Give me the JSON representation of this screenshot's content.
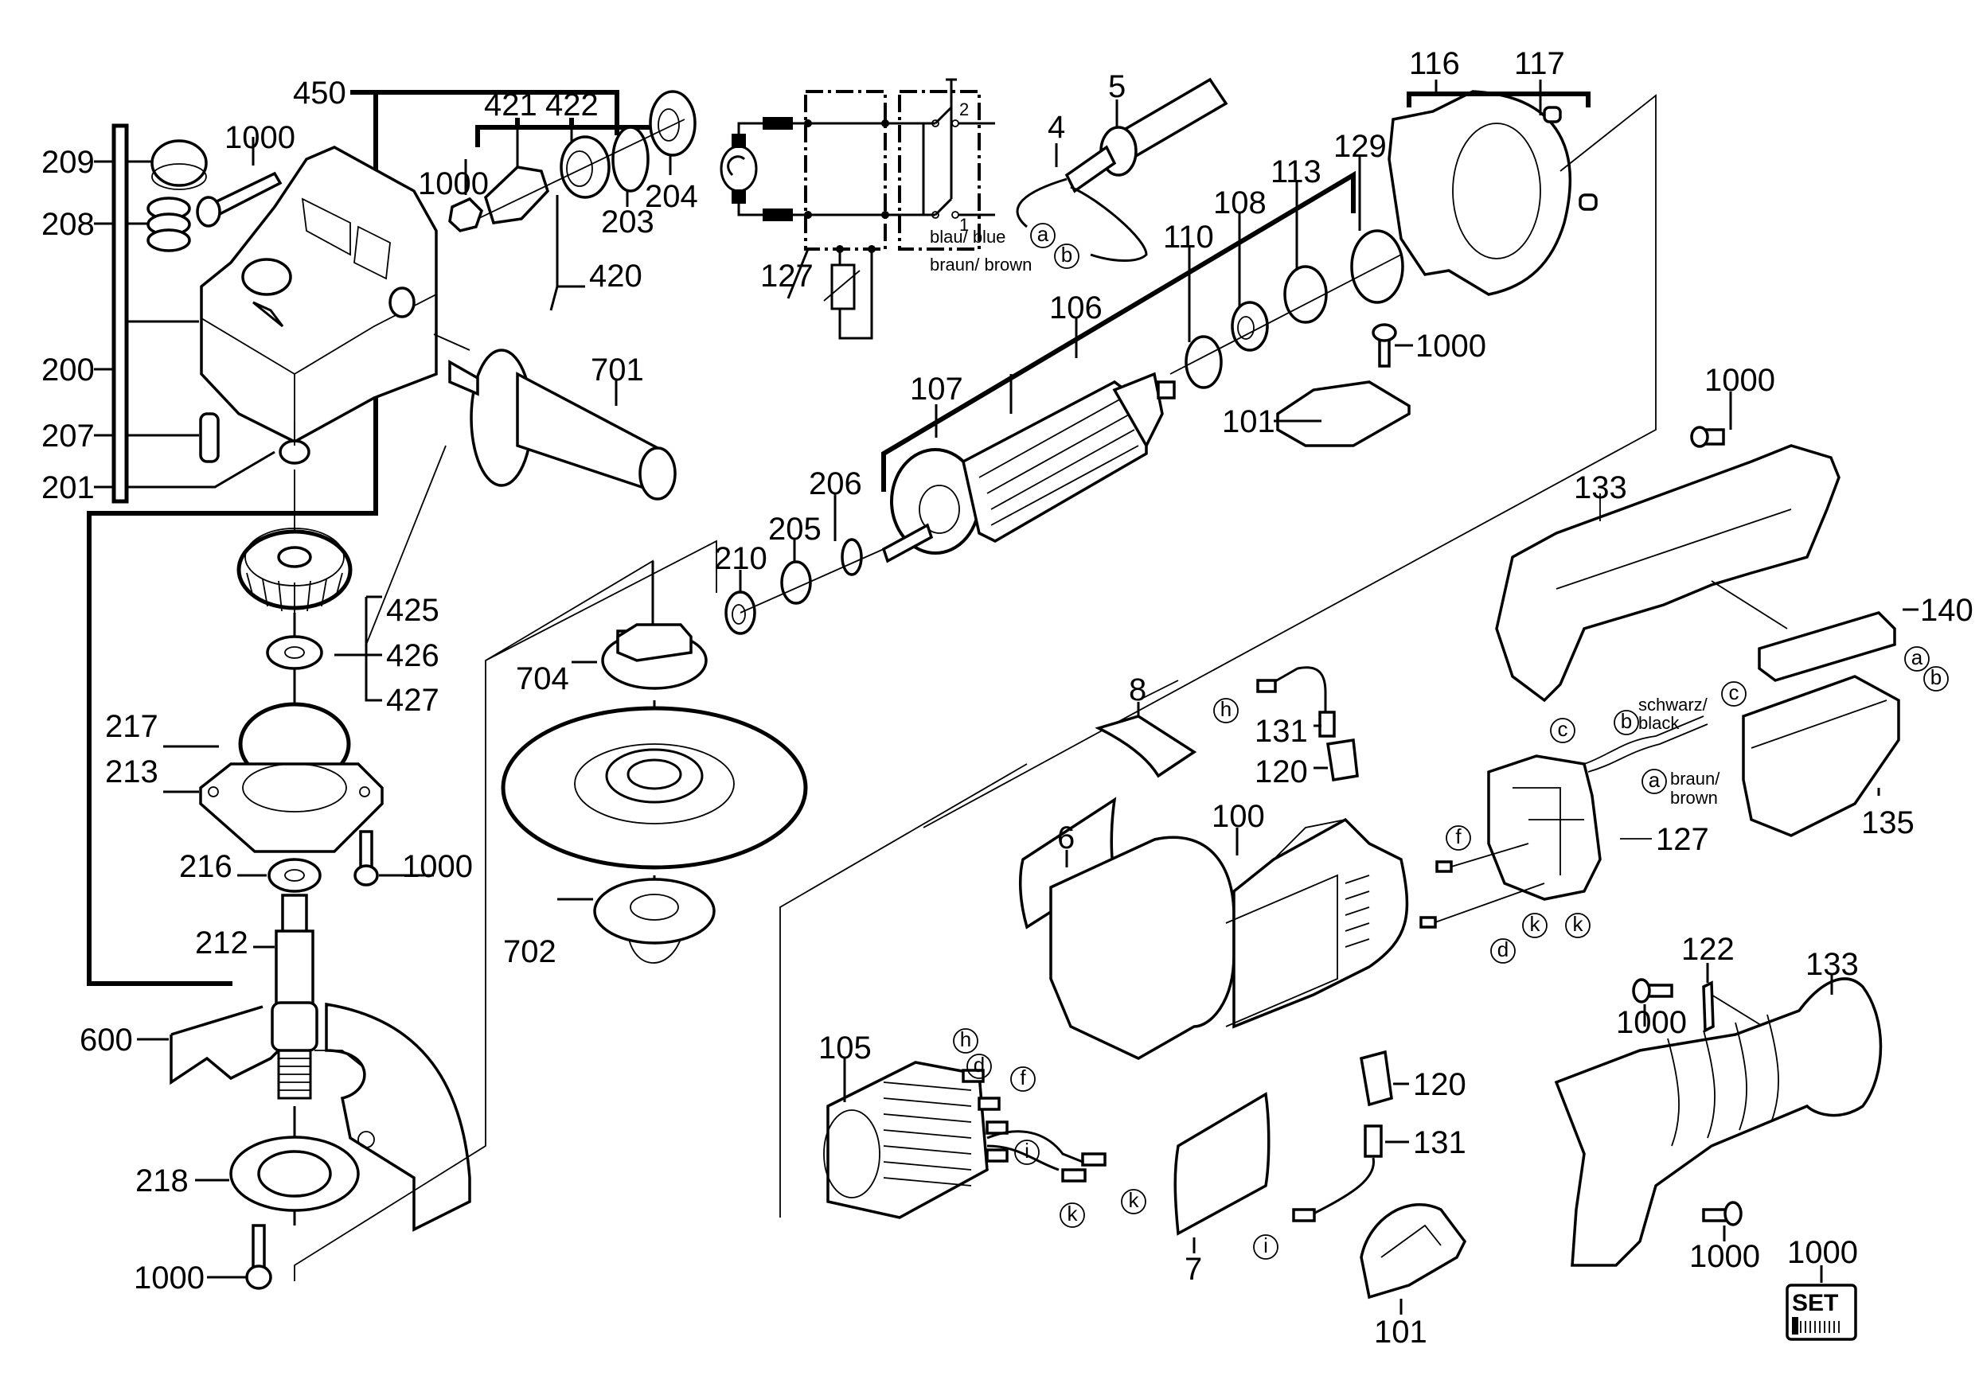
{
  "diagram": {
    "title": "Angle grinder exploded parts diagram",
    "colors": {
      "ink": "#000000",
      "background": "#ffffff"
    }
  },
  "parts": {
    "p450": "450",
    "p209": "209",
    "p208": "208",
    "p200": "200",
    "p207": "207",
    "p201": "201",
    "p1000_cover_screw": "1000",
    "p421": "421",
    "p422": "422",
    "p1000_nut": "1000",
    "p203": "203",
    "p204": "204",
    "p420": "420",
    "p701": "701",
    "p425": "425",
    "p426": "426",
    "p427": "427",
    "p217": "217",
    "p213": "213",
    "p216": "216",
    "p1000_flange_screw": "1000",
    "p212": "212",
    "p600": "600",
    "p218": "218",
    "p1000_guard_screw": "1000",
    "p127_schematic": "127",
    "p5": "5",
    "p4": "4",
    "p116": "116",
    "p117": "117",
    "p129": "129",
    "p113": "113",
    "p108": "108",
    "p110": "110",
    "p106": "106",
    "p107": "107",
    "p1000_cap_screw": "1000",
    "p101_top": "101",
    "p206": "206",
    "p205": "205",
    "p210": "210",
    "p1000_handle_screw": "1000",
    "p133_top": "133",
    "p140": "140",
    "p704": "704",
    "p702": "702",
    "p8": "8",
    "p131_top": "131",
    "p120_top": "120",
    "p6": "6",
    "p100": "100",
    "p127_switch": "127",
    "p135": "135",
    "p105": "105",
    "p120_bottom": "120",
    "p131_bottom": "131",
    "p7": "7",
    "p101_bottom": "101",
    "p1000_grip_screw": "1000",
    "p122": "122",
    "p133_bottom": "133",
    "p1000_grip_screw2": "1000",
    "p1000_set": "1000"
  },
  "wire_labels": {
    "blue": "blau/ blue",
    "brown": "braun/ brown",
    "black_de": "schwarz/",
    "black_en": "black",
    "brown_de": "braun/",
    "brown_en": "brown"
  },
  "connectors": {
    "a": "a",
    "b": "b",
    "c": "c",
    "d": "d",
    "f": "f",
    "h": "h",
    "i": "i",
    "k": "k"
  },
  "schematic": {
    "switch_pos_2": "2",
    "switch_pos_1": "1"
  },
  "set_badge": {
    "text": "SET"
  }
}
